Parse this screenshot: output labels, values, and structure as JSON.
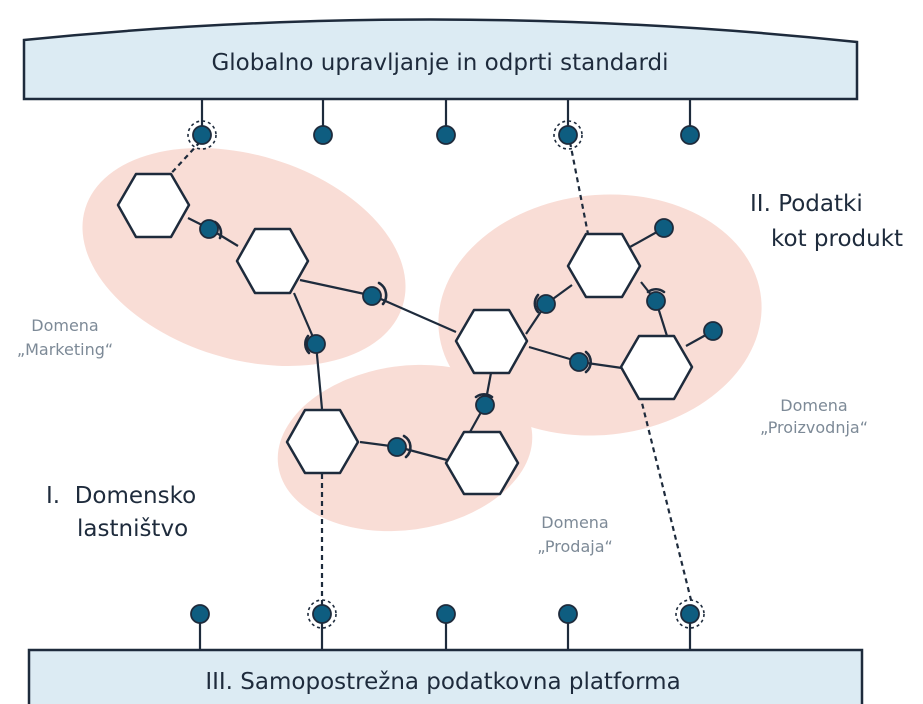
{
  "top_bar": {
    "label": "Globalno upravljanje in odprti standardi"
  },
  "bottom_bar": {
    "label": "III. Samopostrežna podatkovna platforma"
  },
  "principles": {
    "domain_ownership": {
      "line1": "I.  Domensko",
      "line2": "lastništvo"
    },
    "data_as_product": {
      "line1": "II. Podatki",
      "line2": "kot produkt"
    }
  },
  "domains": {
    "marketing": {
      "line1": "Domena",
      "line2": "„Marketing“"
    },
    "production": {
      "line1": "Domena",
      "line2": "„Proizvodnja“"
    },
    "sales": {
      "line1": "Domena",
      "line2": "„Prodaja“"
    }
  },
  "colors": {
    "bar_fill": "#dcebf3",
    "outline": "#1e2b3c",
    "domain_blob": "#f9ddd6",
    "connector_node": "#0e5d80",
    "muted_label": "#7d8a97"
  }
}
